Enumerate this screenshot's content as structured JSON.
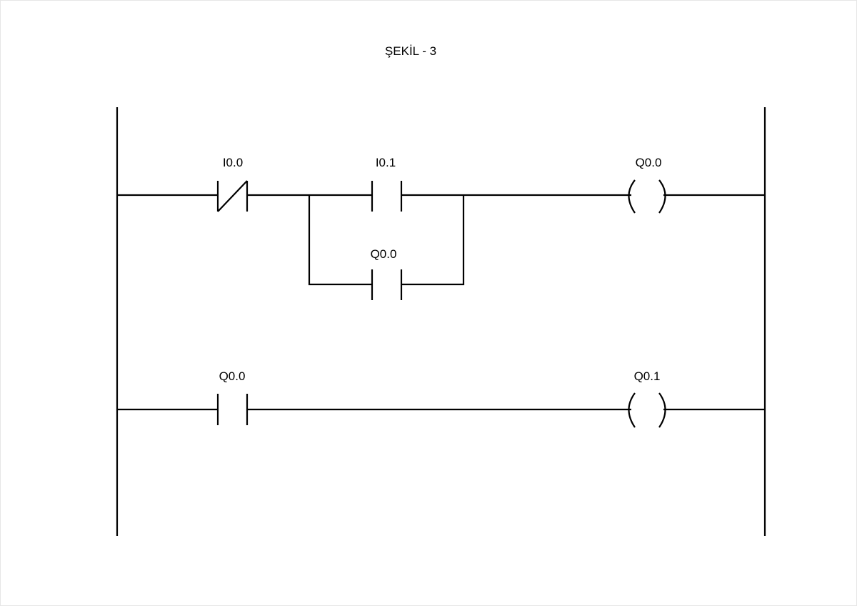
{
  "title": "ŞEKİL - 3",
  "rung1": {
    "contact_nc_label": "I0.0",
    "contact_no_label": "I0.1",
    "parallel_contact_label": "Q0.0",
    "coil_label": "Q0.0"
  },
  "rung2": {
    "contact_no_label": "Q0.0",
    "coil_label": "Q0.1"
  }
}
